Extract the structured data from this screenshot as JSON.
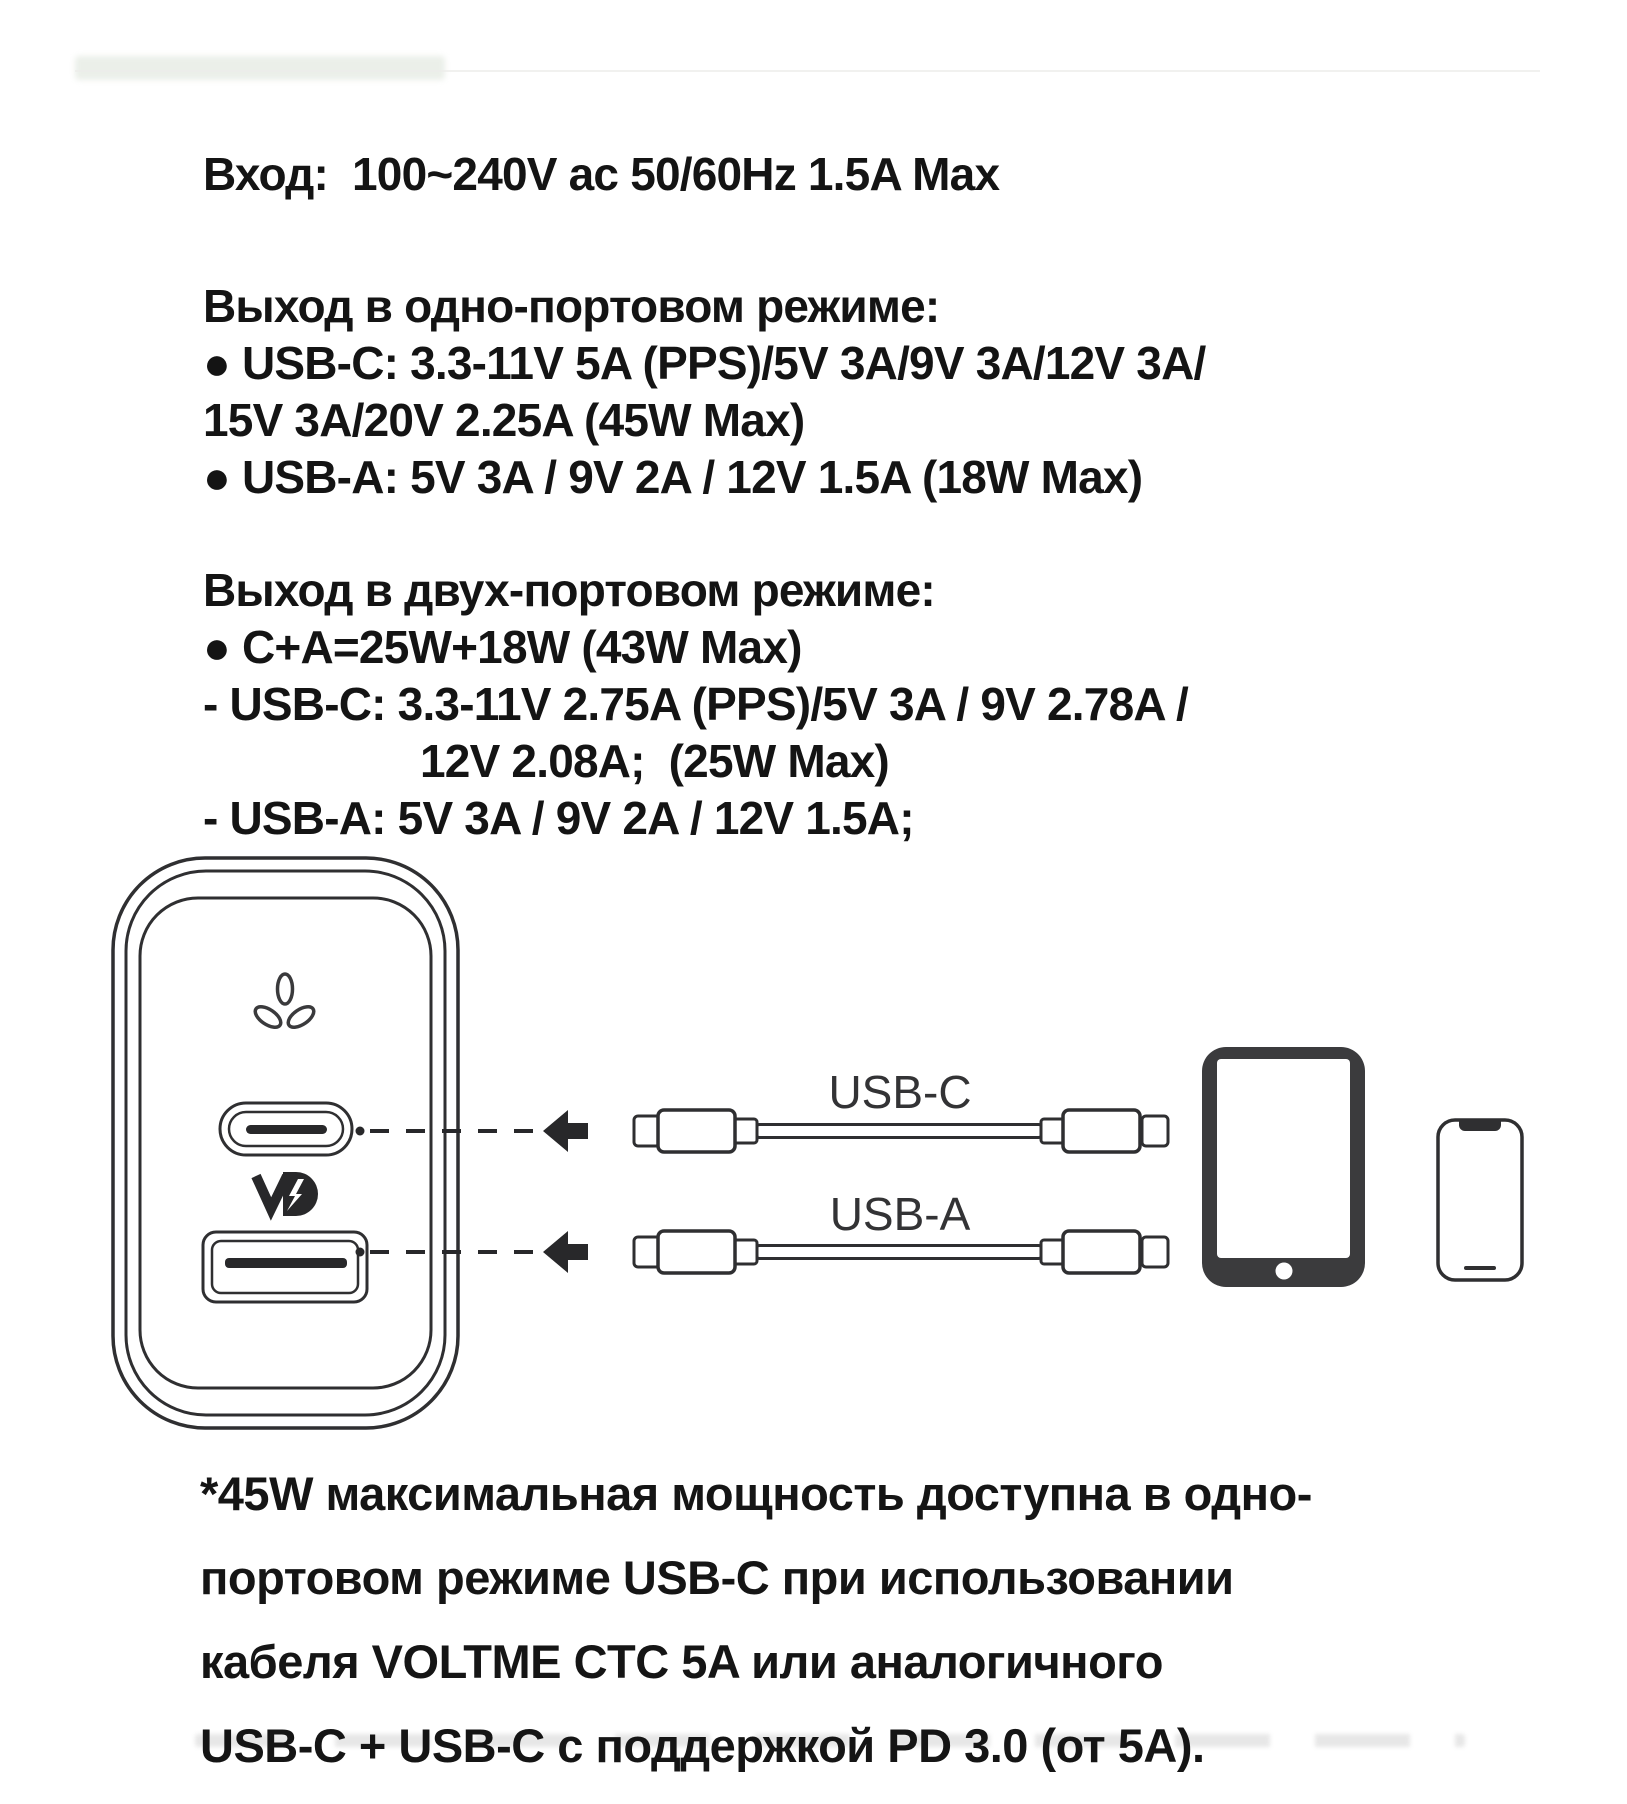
{
  "colors": {
    "text": "#141414",
    "line_art": "#2f2f31",
    "dark_fill": "#28282a",
    "tablet_body": "#3b3b3d",
    "background": "#ffffff"
  },
  "specs": {
    "input": "Вход:  100~240V ac 50/60Hz 1.5A Max",
    "single_port": {
      "heading": "Выход в одно-портовом режиме:",
      "lines": [
        "● USB-C: 3.3-11V 5A (PPS)/5V 3A/9V 3A/12V 3A/",
        "15V 3A/20V 2.25A (45W Max)",
        "● USB-A: 5V 3A / 9V 2A / 12V 1.5A (18W Max)"
      ]
    },
    "dual_port": {
      "heading": "Выход в двух-портовом режиме:",
      "lines": [
        "● C+A=25W+18W (43W Max)",
        "- USB-C: 3.3-11V 2.75A (PPS)/5V 3A / 9V 2.78A /",
        "12V 2.08A;  (25W Max)",
        "- USB-A: 5V 3A / 9V 2A / 12V 1.5A;"
      ]
    }
  },
  "diagram": {
    "usb_c_cable_label": "USB-C",
    "usb_a_cable_label": "USB-A"
  },
  "footnote": {
    "lines": [
      "*45W максимальная мощность доступна в одно-",
      "портовом режиме USB-C при использовании",
      "кабеля VOLTME CTC 5A или аналогичного",
      "USB-C + USB-C с поддержкой PD 3.0 (от 5A)."
    ]
  }
}
